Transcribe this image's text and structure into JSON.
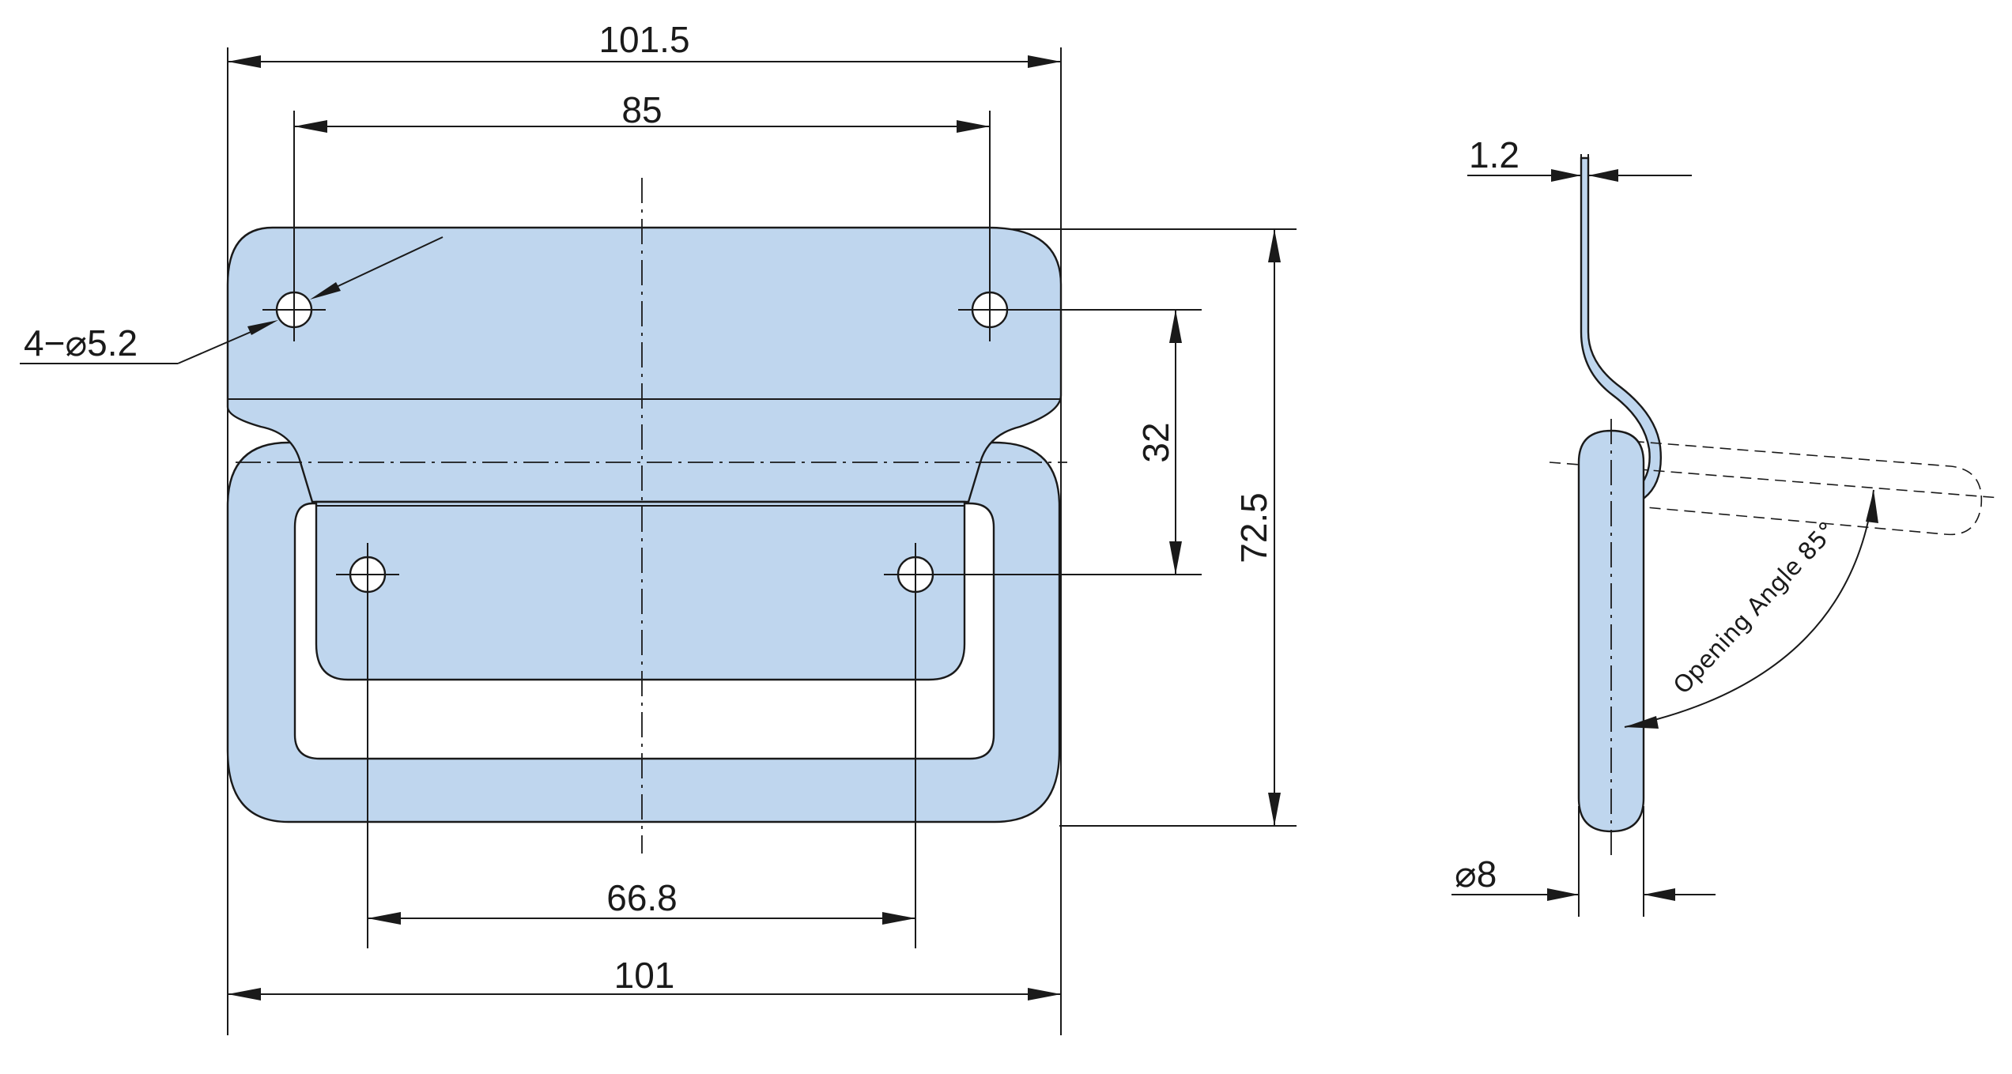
{
  "front_view": {
    "dimensions": {
      "overall_top_width": "101.5",
      "top_hole_spacing": "85",
      "hole_spec": "4−⌀5.2",
      "vertical_hole_spacing": "32",
      "overall_height": "72.5",
      "bottom_hole_spacing": "66.8",
      "overall_bottom_width": "101"
    }
  },
  "side_view": {
    "dimensions": {
      "plate_thickness": "1.2",
      "rod_diameter": "⌀8"
    },
    "opening_angle_note": "Opening Angle 85°"
  },
  "colors": {
    "part_fill": "#bfd6ee",
    "line": "#1a1a1a"
  }
}
